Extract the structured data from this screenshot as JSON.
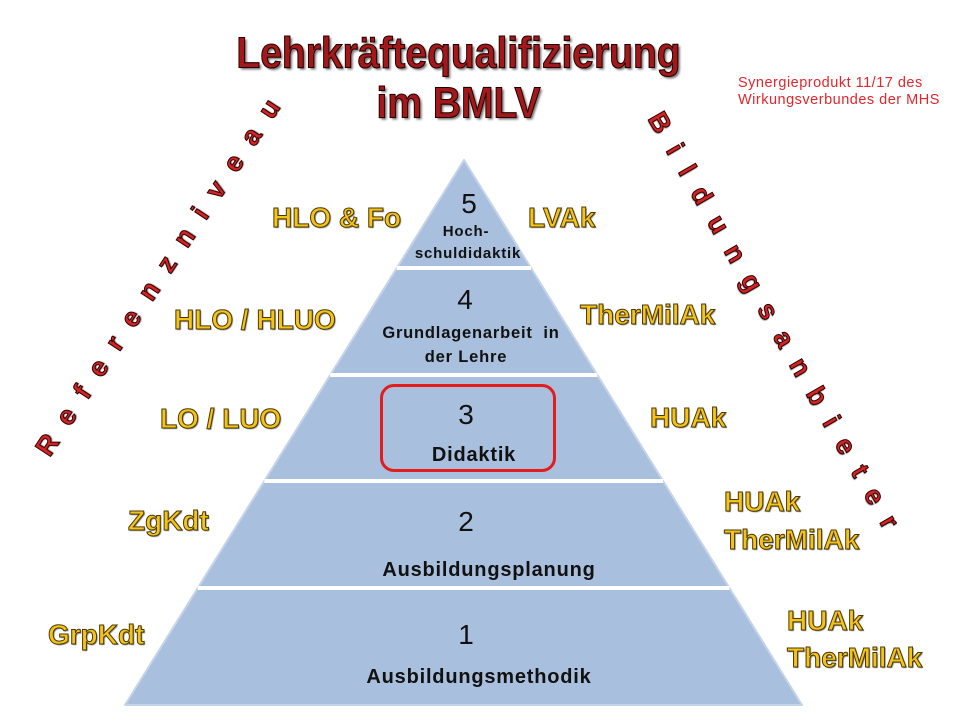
{
  "title": {
    "line1": "Lehrkräftequalifizierung",
    "line2": "im BMLV"
  },
  "note": {
    "line1": "Synergieprodukt 11/17 des",
    "line2": "Wirkungsverbundes der MHS"
  },
  "axis_left": "Referenzniveau",
  "axis_right": "Bildungsanbieter",
  "levels": [
    {
      "number": "5",
      "name_lines": [
        "Hoch-",
        "schuldidaktik"
      ],
      "reference": "HLO & Fo",
      "providers": [
        "LVAk"
      ],
      "highlighted": false
    },
    {
      "number": "4",
      "name_lines": [
        "Grundlagenarbeit  in",
        "der Lehre"
      ],
      "reference": "HLO / HLUO",
      "providers": [
        "TherMilAk"
      ],
      "highlighted": false
    },
    {
      "number": "3",
      "name_lines": [
        "Didaktik"
      ],
      "reference": "LO / LUO",
      "providers": [
        "HUAk"
      ],
      "highlighted": true
    },
    {
      "number": "2",
      "name_lines": [
        "Ausbildungsplanung"
      ],
      "reference": "ZgKdt",
      "providers": [
        "HUAk",
        "TherMilAk"
      ],
      "highlighted": false
    },
    {
      "number": "1",
      "name_lines": [
        "Ausbildungsmethodik"
      ],
      "reference": "GrpKdt",
      "providers": [
        "HUAk",
        "TherMilAk"
      ],
      "highlighted": false
    }
  ],
  "colors": {
    "title": "#a3191b",
    "note": "#e3262b",
    "axis_text": "#d52222",
    "label_gold": "#f4c31a",
    "pyramid_fill": "#a8bfdd",
    "highlight_border": "#e31c1c"
  }
}
